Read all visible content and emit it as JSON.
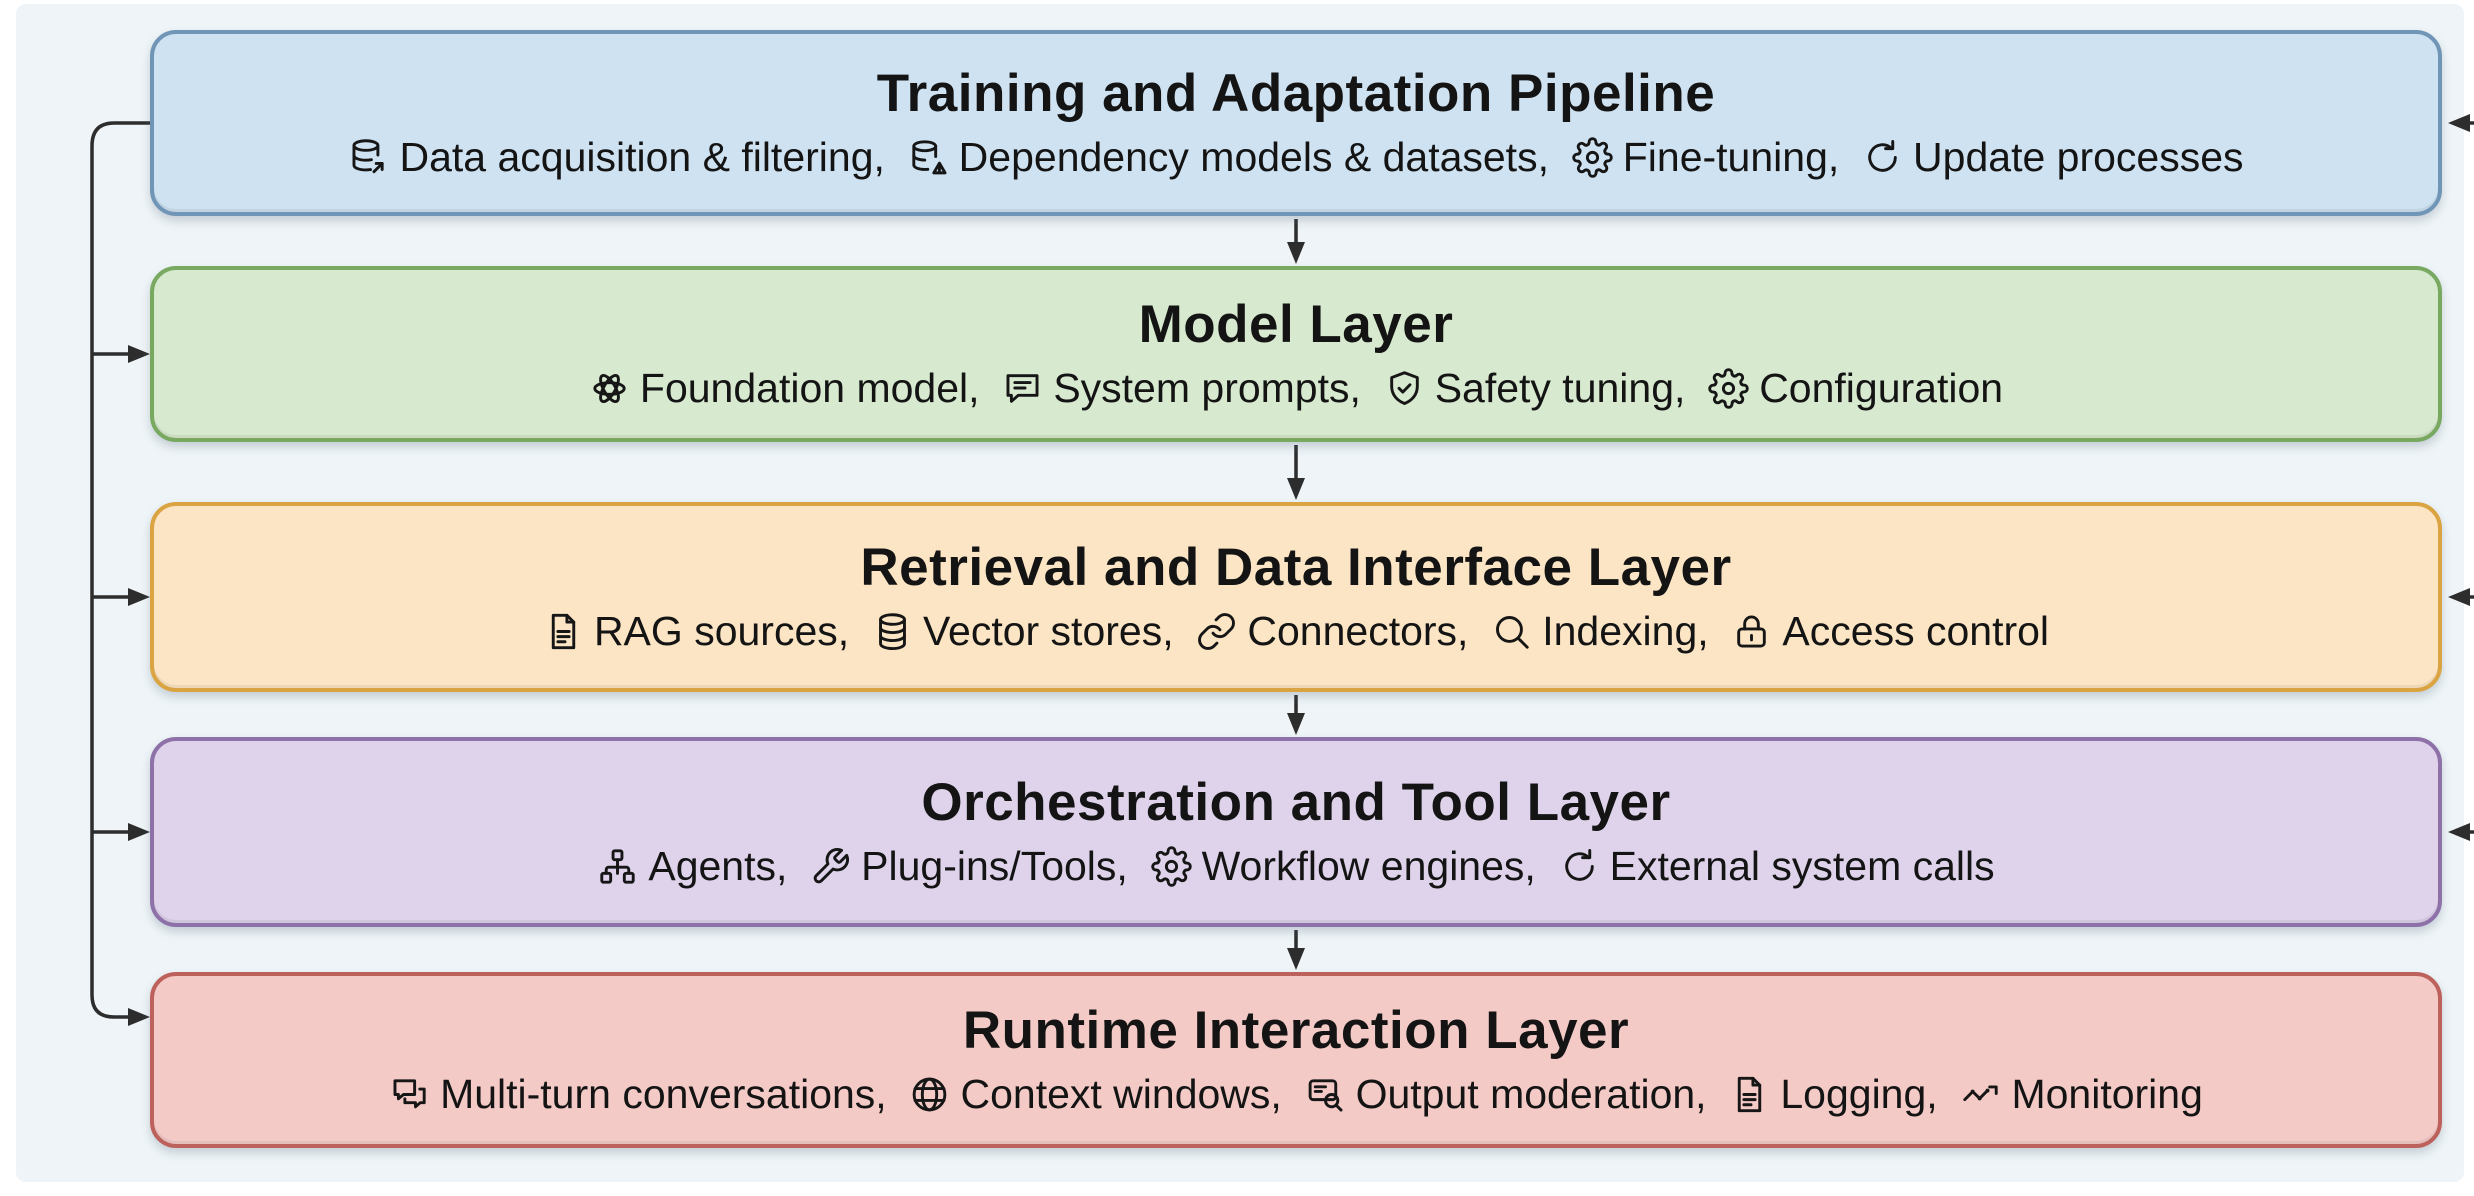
{
  "diagram": {
    "item_separator": ",  ",
    "layers": [
      {
        "id": "training-pipeline",
        "title": "Training and Adaptation Pipeline",
        "fill": "#cfe2f1",
        "border": "#7195b6",
        "items": [
          {
            "icon": "database-up-icon",
            "label": "Data acquisition & filtering"
          },
          {
            "icon": "database-alert-icon",
            "label": "Dependency models & datasets"
          },
          {
            "icon": "gear-icon",
            "label": "Fine-tuning"
          },
          {
            "icon": "refresh-icon",
            "label": "Update processes"
          }
        ]
      },
      {
        "id": "model-layer",
        "title": "Model Layer",
        "fill": "#d7e9cf",
        "border": "#79a861",
        "items": [
          {
            "icon": "openai-logo-icon",
            "label": "Foundation model"
          },
          {
            "icon": "chat-lines-icon",
            "label": "System prompts"
          },
          {
            "icon": "shield-check-icon",
            "label": "Safety tuning"
          },
          {
            "icon": "gear-icon",
            "label": "Configuration"
          }
        ]
      },
      {
        "id": "retrieval-layer",
        "title": "Retrieval and Data Interface Layer",
        "fill": "#fbe5c4",
        "border": "#d9a441",
        "items": [
          {
            "icon": "document-icon",
            "label": "RAG sources"
          },
          {
            "icon": "database-icon",
            "label": "Vector stores"
          },
          {
            "icon": "link-icon",
            "label": "Connectors"
          },
          {
            "icon": "search-icon",
            "label": "Indexing"
          },
          {
            "icon": "lock-icon",
            "label": "Access control"
          }
        ]
      },
      {
        "id": "orchestration-layer",
        "title": "Orchestration and Tool Layer",
        "fill": "#ded3ea",
        "border": "#8f71aa",
        "items": [
          {
            "icon": "sitemap-icon",
            "label": "Agents"
          },
          {
            "icon": "wrench-icon",
            "label": "Plug-ins/Tools"
          },
          {
            "icon": "gear-icon",
            "label": "Workflow engines"
          },
          {
            "icon": "refresh-icon",
            "label": "External system calls"
          }
        ]
      },
      {
        "id": "runtime-layer",
        "title": "Runtime Interaction Layer",
        "fill": "#f3cac6",
        "border": "#bd615d",
        "items": [
          {
            "icon": "chat-double-icon",
            "label": "Multi-turn conversations"
          },
          {
            "icon": "globe-icon",
            "label": "Context windows"
          },
          {
            "icon": "screen-search-icon",
            "label": "Output moderation"
          },
          {
            "icon": "document-icon",
            "label": "Logging"
          },
          {
            "icon": "pulse-icon",
            "label": "Monitoring"
          }
        ]
      }
    ],
    "colors": {
      "background": "#eef4f7",
      "connector_line": "#2d2d2d",
      "text": "#141414"
    }
  }
}
